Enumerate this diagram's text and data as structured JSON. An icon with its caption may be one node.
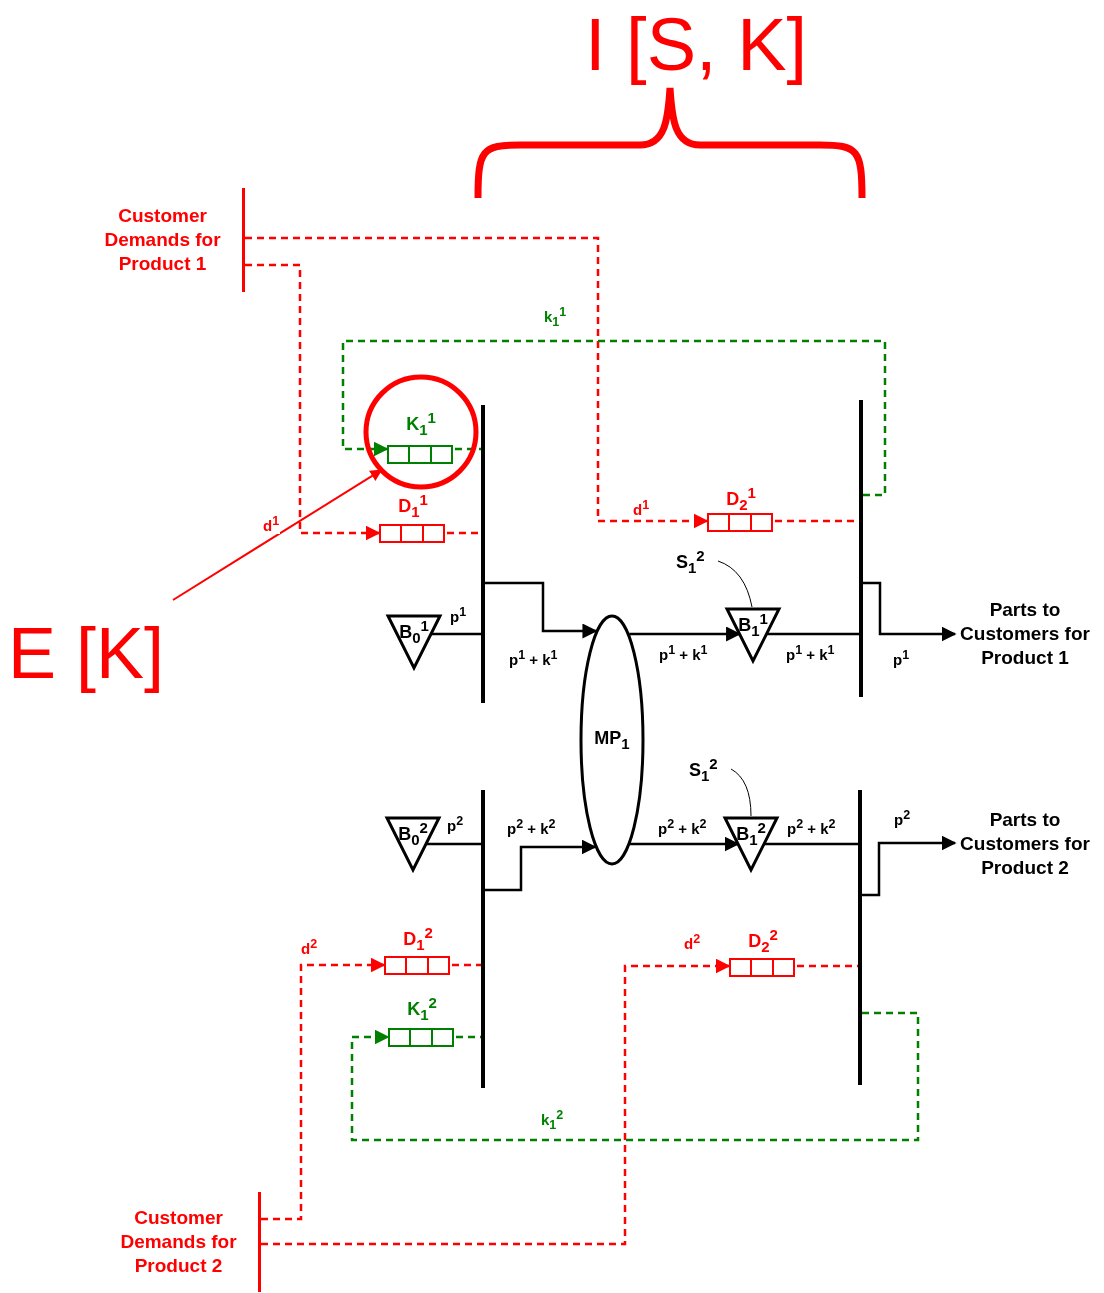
{
  "diagram": {
    "nodes": [
      {
        "text": [
          "Customer Demands for Product 1"
        ]
      },
      {
        "text": [],
        "shape": "bar"
      },
      {
        "text": [],
        "shape": "bar"
      },
      {
        "text": [],
        "shape": "circle"
      },
      {
        "text": [
          "D$_{1}$$^{1}$"
        ]
      },
      {
        "text": [
          "D$_{2}$$^{1}$"
        ]
      },
      {
        "text": [
          "B$_{0}$$^{1}$"
        ]
      },
      {
        "text": [
          "S$_{1}$$^{2}$"
        ]
      },
      {
        "text": [
          "B$_{1}$$^{1}$"
        ]
      },
      {
        "text": [
          "MP$_{1}$"
        ]
      },
      {
        "text": [
          "Parts to Customers for Product 1"
        ]
      },
      {
        "text": [
          "S$_{1}$$^{2}$"
        ]
      },
      {
        "text": [
          "B$_{0}$$^{2}$"
        ]
      },
      {
        "text": [
          "B$_{1}$$^{2}$"
        ]
      },
      {
        "text": [
          "Parts to Customers for Product 2"
        ]
      },
      {
        "text": [],
        "shape": "bar"
      },
      {
        "text": [],
        "shape": "bar"
      },
      {
        "text": [
          "D$_{1}$$^{2}$"
        ]
      },
      {
        "text": [
          "D$_{2}$$^{2}$"
        ]
      },
      {
        "text": [
          "K$_{1}$$^{2}$"
        ]
      },
      {
        "text": [
          "Customer Demands for Product 2"
        ]
      },
      {
        "text": [
          "E [K]"
        ]
      },
      {
        "text": [
          "K$_{1}$$^{1}$"
        ],
        "in": 3
      }
    ],
    "edges": [
      {
        "from": 0,
        "to": 5,
        "label": "d$^{1}$",
        "arrow": "to",
        "style": "dashed",
        "color": "#ff0000"
      },
      {
        "from": 0,
        "to": 4,
        "label": "d$^{1}$",
        "arrow": "to",
        "style": "dashed",
        "color": "#ff0000"
      },
      {
        "from": 4,
        "to": 1,
        "arrow": "none",
        "style": "dashed",
        "color": "#ff0000"
      },
      {
        "from": 5,
        "to": 2,
        "arrow": "none",
        "style": "dashed",
        "color": "#ff0000"
      },
      {
        "from": 2,
        "to": 22,
        "label": "k$_{1}$$^{1}$",
        "arrow": "to",
        "style": "dashed",
        "color": "#008000"
      },
      {
        "from": 22,
        "to": 1,
        "arrow": "none",
        "style": "dashed",
        "color": "#008000"
      },
      {
        "from": 6,
        "to": 1,
        "label": "p$^{1}$",
        "arrow": "none"
      },
      {
        "from": 1,
        "to": 9,
        "label": "p$^{1}$ + k$^{1}$",
        "arrow": "to"
      },
      {
        "from": 9,
        "to": 8,
        "label": "p$^{1}$ + k$^{1}$",
        "arrow": "to"
      },
      {
        "from": 8,
        "to": 2,
        "label": "p$^{1}$ + k$^{1}$",
        "arrow": "none"
      },
      {
        "from": 2,
        "to": 10,
        "label": "p$^{1}$",
        "arrow": "to"
      },
      {
        "from": 7,
        "to": 8,
        "arrow": "none"
      },
      {
        "from": 12,
        "to": 15,
        "label": "p$^{2}$",
        "arrow": "none"
      },
      {
        "from": 15,
        "to": 9,
        "label": "p$^{2}$ + k$^{2}$",
        "arrow": "to"
      },
      {
        "from": 9,
        "to": 13,
        "label": "p$^{2}$ + k$^{2}$",
        "arrow": "to"
      },
      {
        "from": 13,
        "to": 16,
        "label": "p$^{2}$ + k$^{2}$",
        "arrow": "none"
      },
      {
        "from": 16,
        "to": 14,
        "label": "p$^{2}$",
        "arrow": "to"
      },
      {
        "from": 11,
        "to": 13,
        "arrow": "none"
      },
      {
        "from": 20,
        "to": 17,
        "label": "d$^{2}$",
        "arrow": "to",
        "style": "dashed",
        "color": "#ff0000"
      },
      {
        "from": 20,
        "to": 18,
        "label": "d$^{2}$",
        "arrow": "to",
        "style": "dashed",
        "color": "#ff0000"
      },
      {
        "from": 17,
        "to": 15,
        "arrow": "none",
        "style": "dashed",
        "color": "#ff0000"
      },
      {
        "from": 18,
        "to": 16,
        "arrow": "none",
        "style": "dashed",
        "color": "#ff0000"
      },
      {
        "from": 16,
        "to": 19,
        "label": "k$_{1}$$^{2}$",
        "arrow": "to",
        "style": "dashed",
        "color": "#008000"
      },
      {
        "from": 19,
        "to": 15,
        "arrow": "none",
        "style": "dashed",
        "color": "#008000"
      },
      {
        "from": 21,
        "to": 3,
        "arrow": "to",
        "color": "#ff0000"
      }
    ],
    "labels": [
      "I [S, K]"
    ]
  }
}
